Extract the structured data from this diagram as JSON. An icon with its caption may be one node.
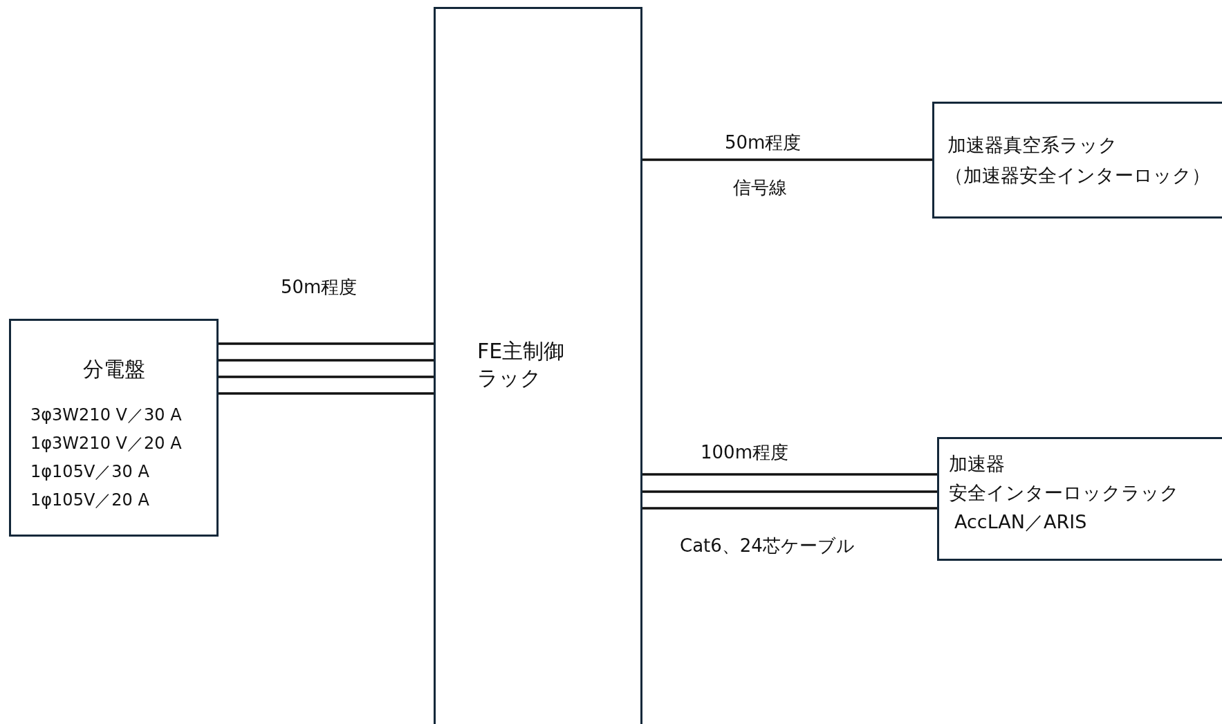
{
  "diagram": {
    "nodes": [
      {
        "text": [
          "分電盤",
          "3φ3W210 V／30 A",
          "1φ3W210 V／20 A",
          "1φ105V／30 A",
          "1φ105V／20 A"
        ]
      },
      {
        "text": [
          "FE主制御ラック"
        ]
      },
      {
        "text": [
          "加速器真空系ラック",
          "（加速器安全インターロック）"
        ]
      },
      {
        "text": [
          "加速器",
          "安全インターロックラック",
          "AccLAN／ARIS"
        ]
      }
    ],
    "edges": [
      {
        "from": 0,
        "to": 1,
        "arrow": "none"
      },
      {
        "from": 0,
        "to": 1,
        "arrow": "none"
      },
      {
        "from": 0,
        "to": 1,
        "arrow": "none"
      },
      {
        "from": 0,
        "to": 1,
        "arrow": "none"
      },
      {
        "from": 1,
        "to": 2,
        "arrow": "none"
      },
      {
        "from": 1,
        "to": 3,
        "arrow": "none"
      },
      {
        "from": 1,
        "to": 3,
        "arrow": "none"
      },
      {
        "from": 1,
        "to": 3,
        "arrow": "none"
      }
    ],
    "labels": [
      "50m程度",
      "信号線",
      "50m程度",
      "100m程度",
      "Cat6、24芯ケーブル"
    ]
  }
}
